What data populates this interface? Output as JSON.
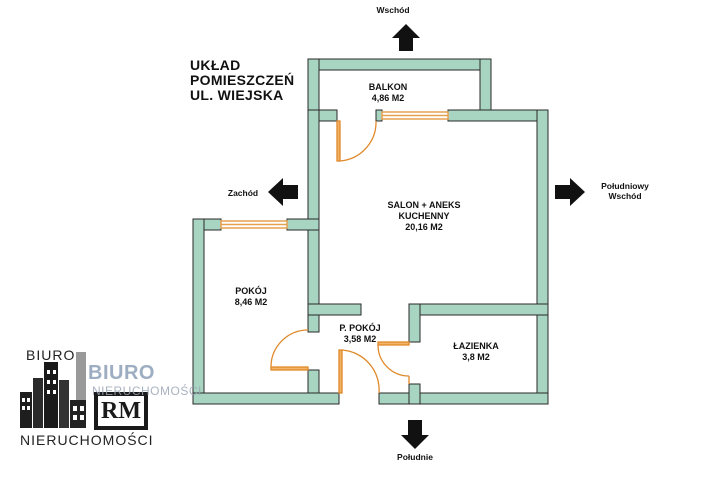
{
  "title_lines": [
    "UKŁAD",
    "POMIESZCZEŃ",
    "UL. WIEJSKA"
  ],
  "rooms": {
    "balkon": {
      "name": "BALKON",
      "area": "4,86 M2"
    },
    "salon": {
      "name_line1": "SALON + ANEKS",
      "name_line2": "KUCHENNY",
      "area": "20,16 M2"
    },
    "pokoj": {
      "name": "POKÓJ",
      "area": "8,46 M2"
    },
    "przedpokoj": {
      "name": "P. POKÓJ",
      "area": "3,58 M2"
    },
    "lazienka": {
      "name": "ŁAZIENKA",
      "area": "3,8 M2"
    }
  },
  "directions": {
    "north": "Wschód",
    "west": "Zachód",
    "east_line1": "Południowy",
    "east_line2": "Wschód",
    "south": "Południe"
  },
  "logo": {
    "top_text": "BIURO",
    "bottom_text": "NIERUCHOMOŚCI",
    "mark_text": "RM",
    "faint_top": "BIURO",
    "faint_bottom": "NIERUCHOMOŚCI"
  },
  "colors": {
    "wall_fill": "#a8d4c2",
    "wall_stroke": "#2a2a2a",
    "door": "#e0892a",
    "window": "#e6a050",
    "arrow": "#111111"
  }
}
